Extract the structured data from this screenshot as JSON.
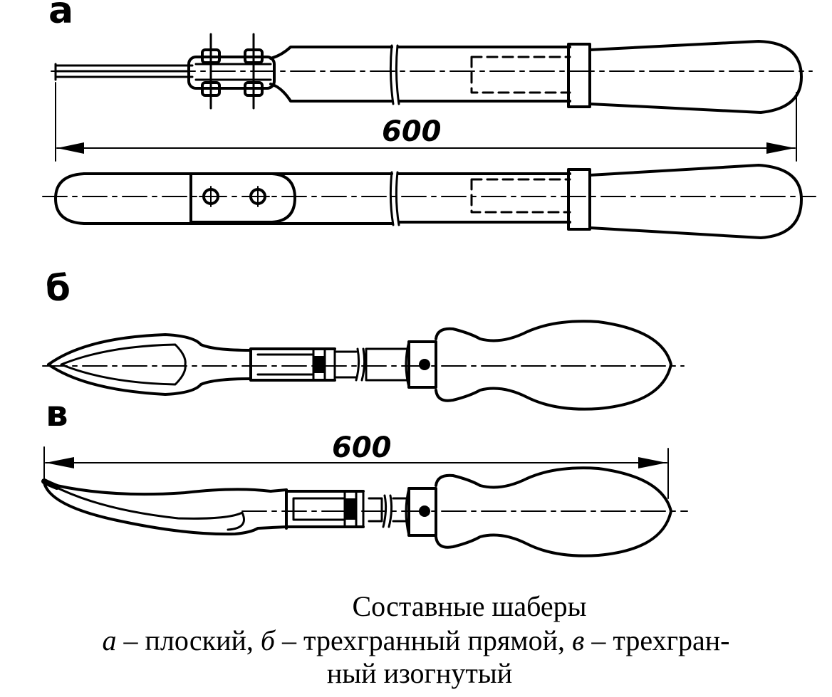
{
  "labels": {
    "a": "а",
    "b": "б",
    "v": "в"
  },
  "dimensions": {
    "top": "600",
    "bottom": "600"
  },
  "caption": {
    "title": "Составные шаберы",
    "line1_a": "а",
    "line1_a_text": " – плоский, ",
    "line1_b": "б",
    "line1_b_text": " – трехгранный прямой, ",
    "line1_v": "в",
    "line1_v_text": " – трехгран-",
    "line2": "ный изогнутый"
  }
}
